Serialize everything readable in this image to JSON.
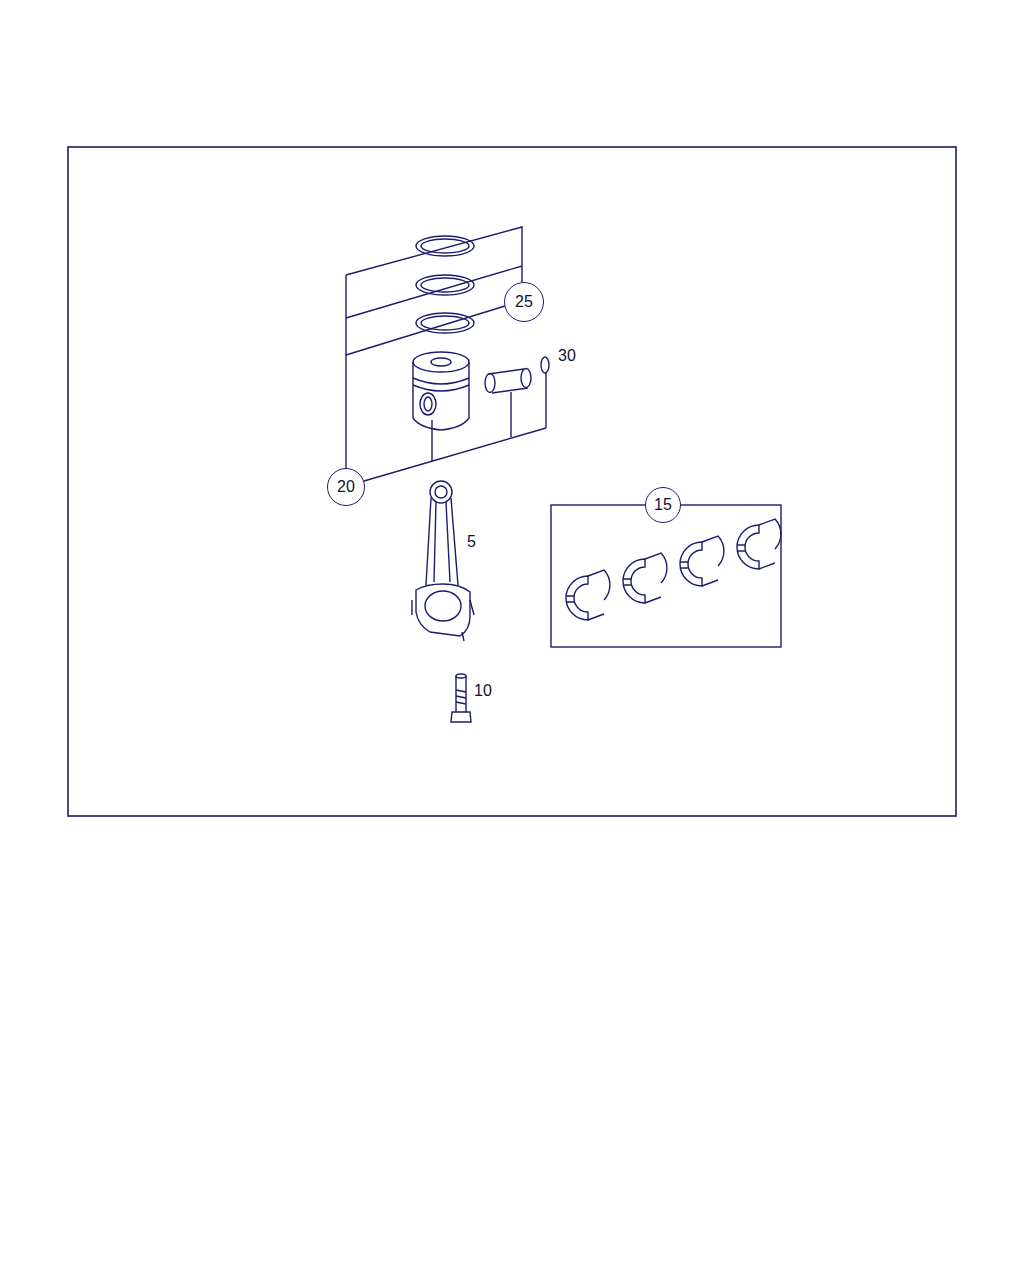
{
  "diagram": {
    "nodes": [
      {
        "text": [
          "25"
        ]
      },
      {
        "text": [
          "20"
        ]
      },
      {
        "text": [
          "15"
        ]
      }
    ],
    "labels": [
      "30",
      "5",
      "10"
    ]
  }
}
